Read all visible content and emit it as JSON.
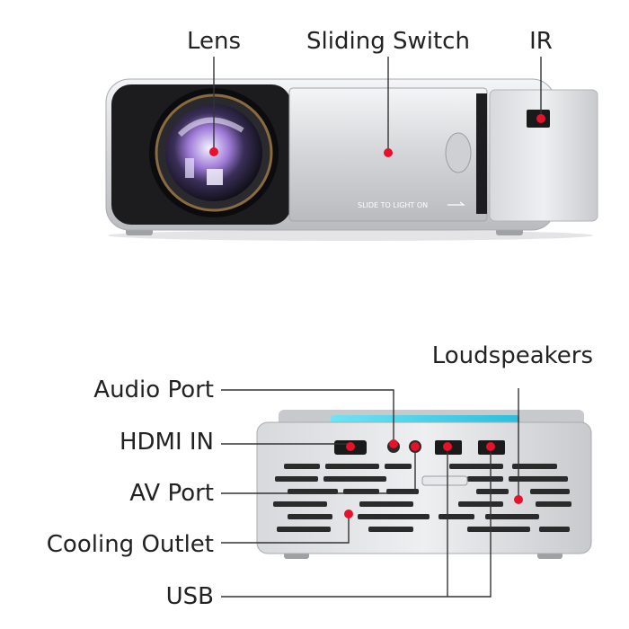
{
  "labels": {
    "lens": "Lens",
    "sliding_switch": "Sliding Switch",
    "ir": "IR",
    "loudspeakers": "Loudspeakers",
    "audio_port": "Audio Port",
    "hdmi_in": "HDMI IN",
    "av_port": "AV Port",
    "cooling_outlet": "Cooling Outlet",
    "usb": "USB"
  },
  "device_text": {
    "slide_hint": "SLIDE TO LIGHT ON"
  },
  "colors": {
    "marker": "#e8102a",
    "body_silver": "#d9dadc",
    "panel_black": "#1c1c1e",
    "accent_cyan": "#3fd0e6"
  }
}
